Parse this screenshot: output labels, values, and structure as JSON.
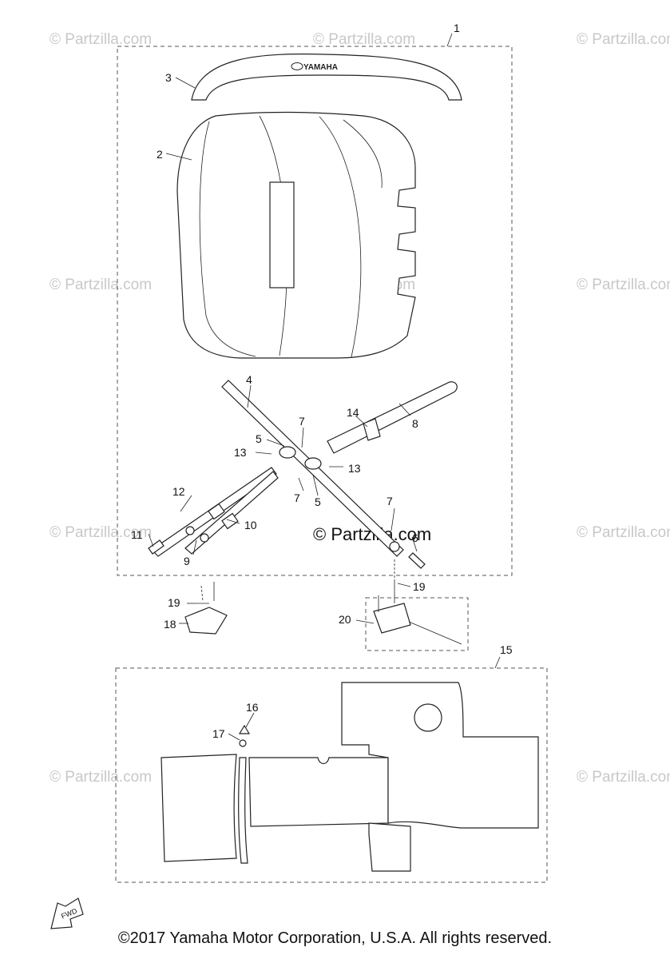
{
  "watermark": "© Partzilla.com",
  "brand_text": "YAMAHA",
  "fwd_text": "FWD",
  "copyright": "©2017  Yamaha Motor Corporation, U.S.A. All rights reserved.",
  "callouts": {
    "c1": "1",
    "c2": "2",
    "c3": "3",
    "c4": "4",
    "c5a": "5",
    "c5b": "5",
    "c6": "6",
    "c7a": "7",
    "c7b": "7",
    "c7c": "7",
    "c8": "8",
    "c9": "9",
    "c10": "10",
    "c11": "11",
    "c12": "12",
    "c13a": "13",
    "c13b": "13",
    "c14": "14",
    "c15": "15",
    "c16": "16",
    "c17": "17",
    "c18": "18",
    "c19a": "19",
    "c19b": "19",
    "c20": "20"
  }
}
